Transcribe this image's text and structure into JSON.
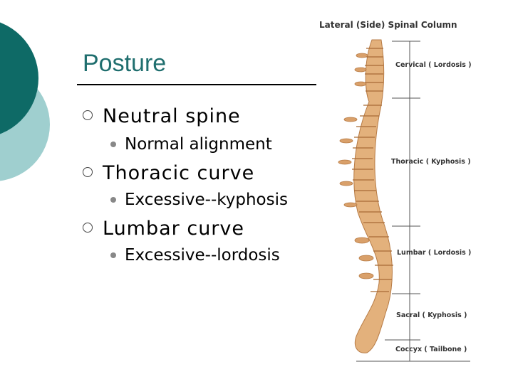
{
  "slide": {
    "title": "Posture",
    "bullets": [
      {
        "text": "Neutral spine",
        "sub": "Normal alignment"
      },
      {
        "text": "Thoracic curve",
        "sub": "Excessive--kyphosis"
      },
      {
        "text": "Lumbar curve",
        "sub": "Excessive--lordosis"
      }
    ]
  },
  "figure": {
    "title": "Lateral (Side) Spinal Column",
    "labels": {
      "cervical": "Cervical ( Lordosis )",
      "thoracic": "Thoracic ( Kyphosis )",
      "lumbar": "Lumbar ( Lordosis )",
      "sacral": "Sacral ( Kyphosis )",
      "coccyx": "Coccyx ( Tailbone )"
    }
  },
  "colors": {
    "accent_dark": "#0e6a66",
    "accent_light": "#9fcfcf",
    "title": "#1f6e6e",
    "bone": "#e3b17c"
  }
}
